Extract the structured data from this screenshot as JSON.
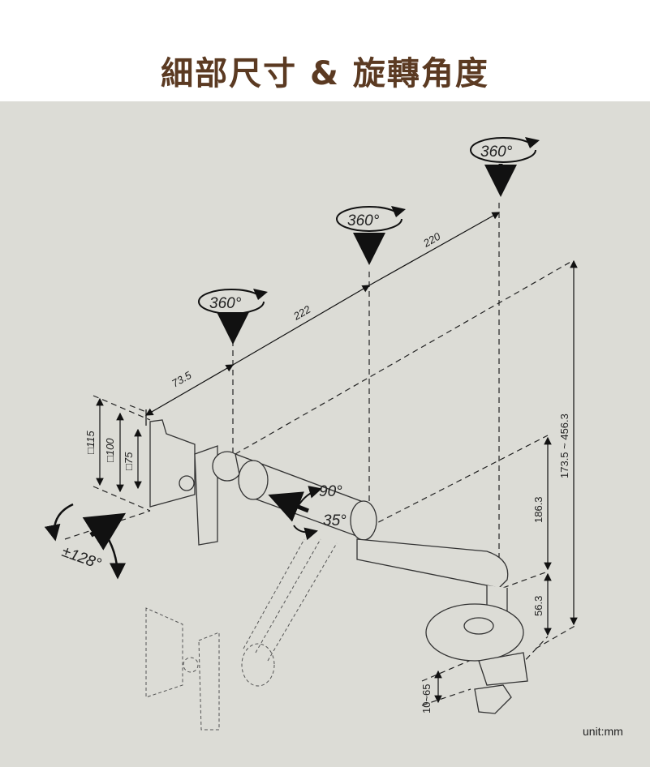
{
  "title": "細部尺寸 & 旋轉角度",
  "dimensions": {
    "arm_segment_1": "73.5",
    "arm_segment_2": "222",
    "arm_segment_3": "220",
    "vesa_115": "□115",
    "vesa_100": "□100",
    "vesa_75": "□75",
    "height_range": "173.5 ~ 456.3",
    "height_upper": "186.3",
    "height_lower": "56.3",
    "clamp_range": "10~65"
  },
  "rotations": {
    "joint_1": "360°",
    "joint_2": "360°",
    "joint_3": "360°",
    "tilt_up": "90°",
    "tilt_down": "35°",
    "swivel": "±128°"
  },
  "unit_label": "unit:mm",
  "colors": {
    "title": "#5b3a22",
    "background": "#dcdcd6",
    "line": "#222222"
  }
}
